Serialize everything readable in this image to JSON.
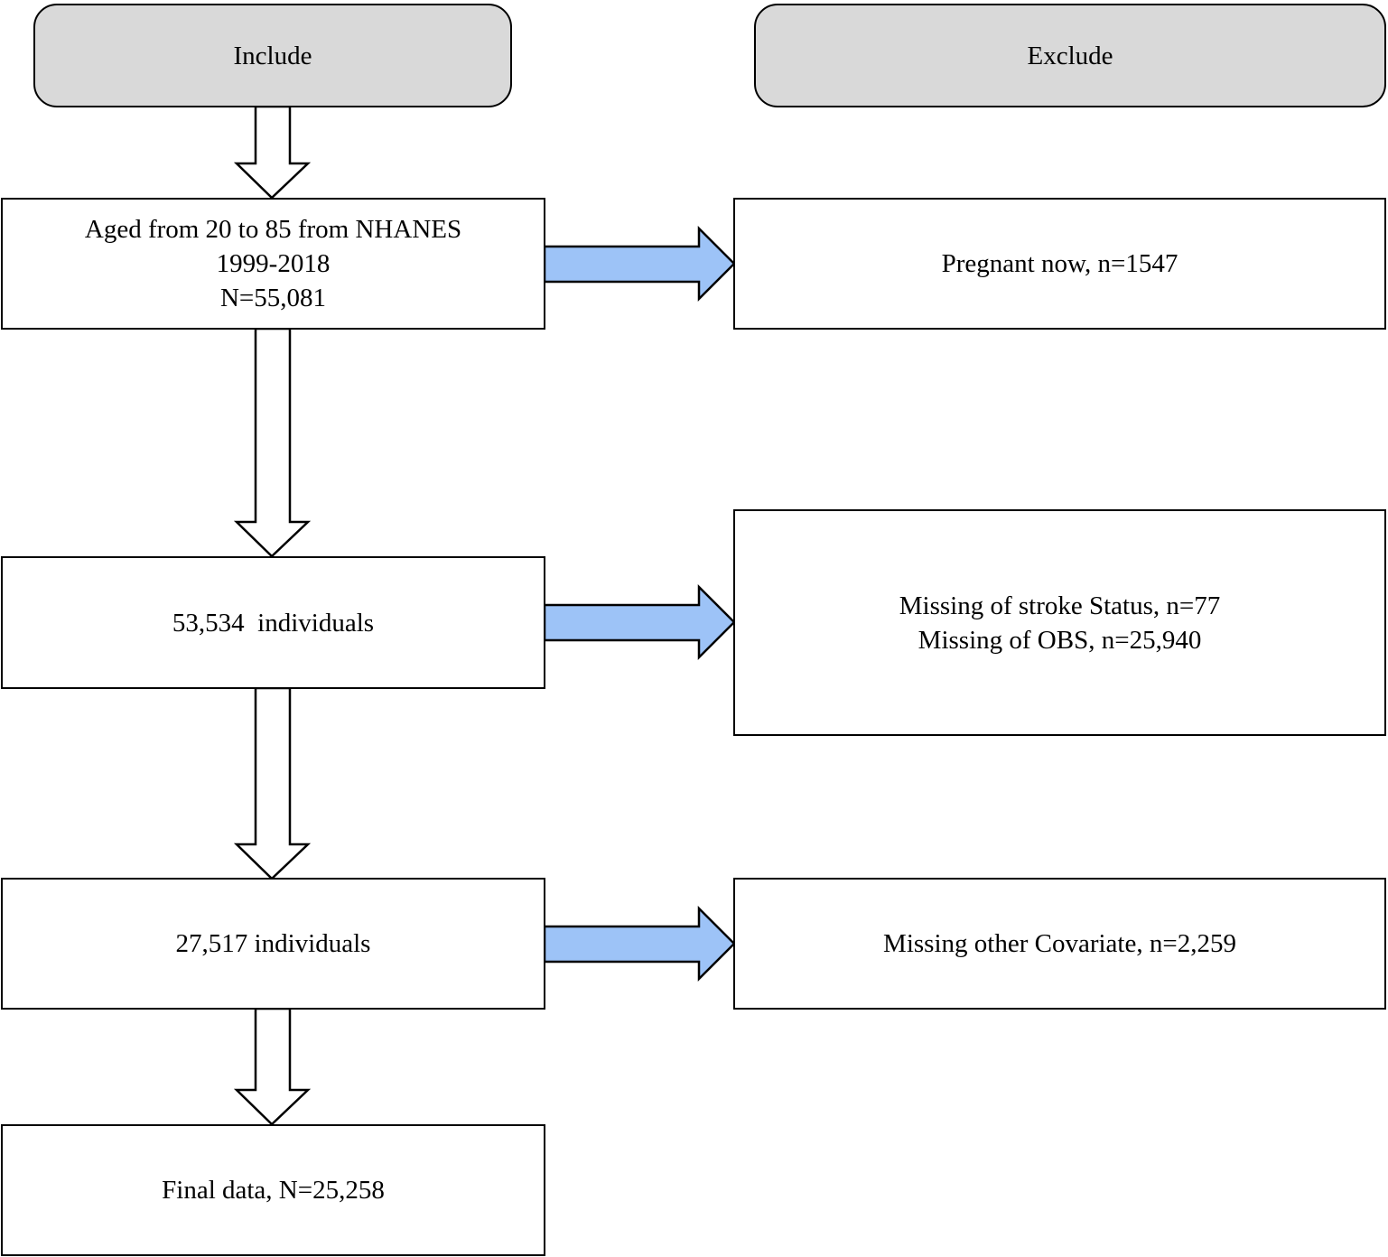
{
  "headers": {
    "include": "Include",
    "exclude": "Exclude"
  },
  "include_steps": [
    {
      "lines": [
        "Aged from 20 to 85 from NHANES",
        "1999-2018",
        "N=55,081"
      ]
    },
    {
      "lines": [
        "53,534  individuals"
      ]
    },
    {
      "lines": [
        "27,517 individuals"
      ]
    },
    {
      "lines": [
        "Final data, N=25,258"
      ]
    }
  ],
  "exclude_steps": [
    {
      "lines": [
        "Pregnant now, n=1547"
      ]
    },
    {
      "lines": [
        "Missing of stroke Status, n=77",
        "Missing of OBS, n=25,940"
      ]
    },
    {
      "lines": [
        "Missing other Covariate, n=2,259"
      ]
    }
  ],
  "colors": {
    "header_fill": "#d9d9d9",
    "exclude_arrow_fill": "#9dc3f7",
    "down_arrow_fill": "#ffffff",
    "border": "#000000"
  }
}
